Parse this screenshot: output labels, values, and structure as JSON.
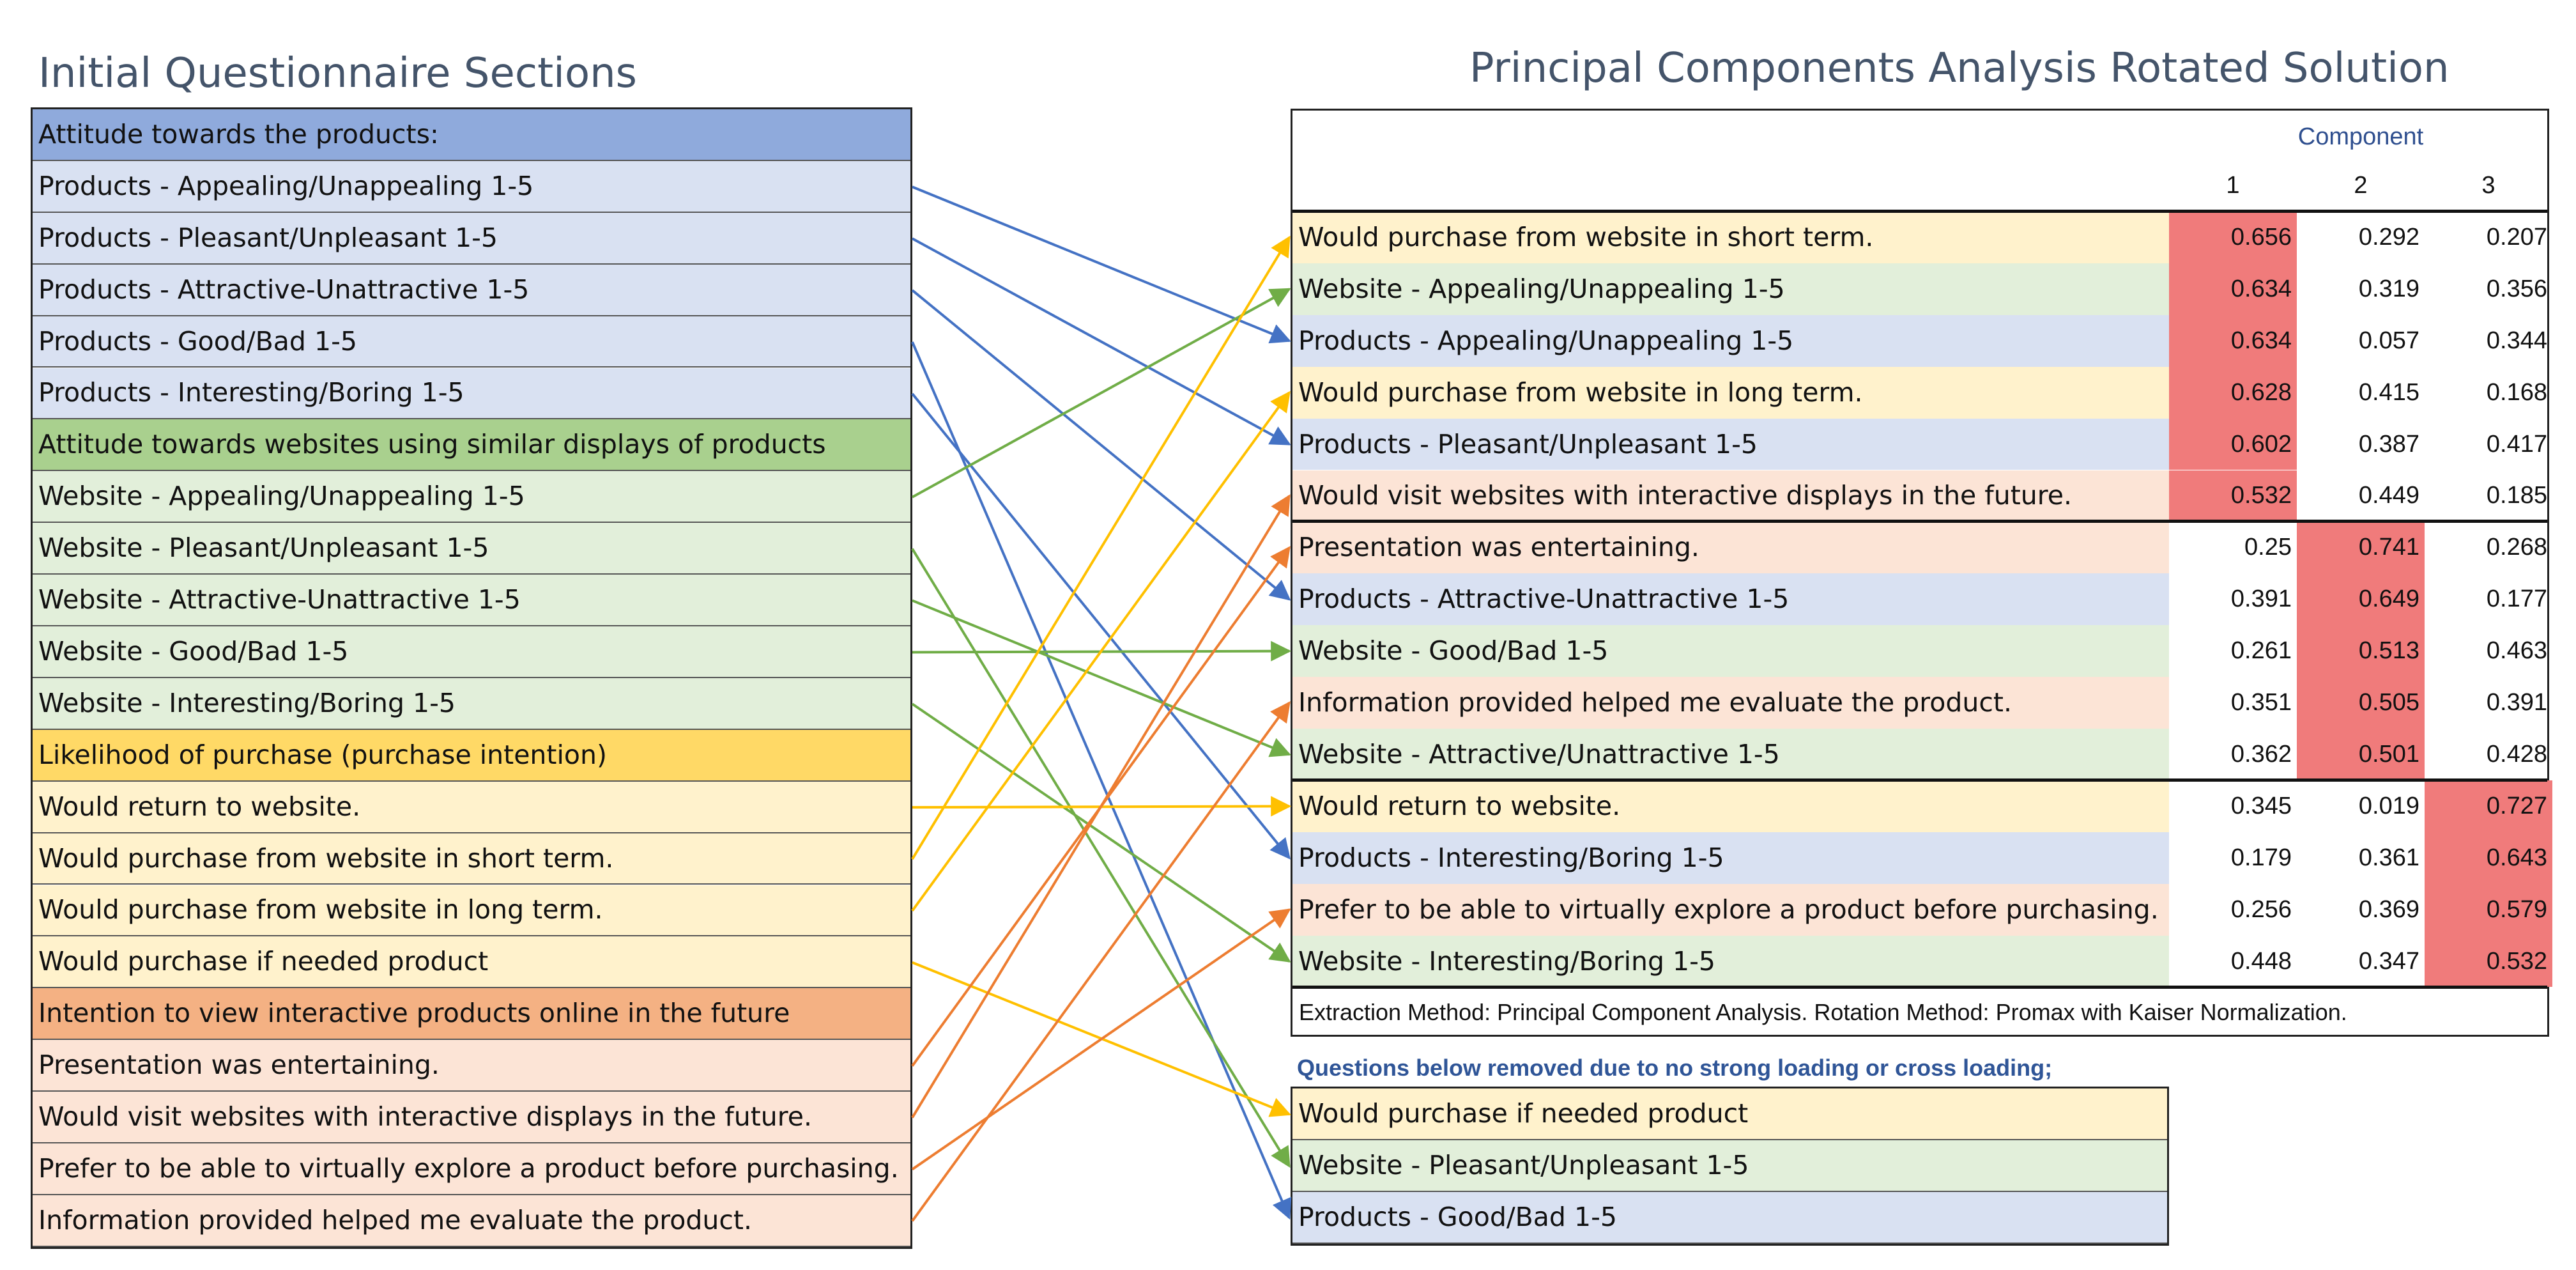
{
  "left": {
    "title": "Initial Questionnaire Sections",
    "sections": [
      {
        "header": "Attitude towards the products:",
        "header_color": "#8faadc",
        "row_color": "#d9e1f2",
        "line_color": "#4472c4",
        "items": [
          "Products - Appealing/Unappealing 1-5",
          "Products - Pleasant/Unpleasant 1-5",
          "Products - Attractive-Unattractive 1-5",
          "Products -  Good/Bad 1-5",
          "Products - Interesting/Boring 1-5"
        ]
      },
      {
        "header": "Attitude towards websites using similar displays of products",
        "header_color": "#a9d08e",
        "row_color": "#e2efda",
        "line_color": "#70ad47",
        "items": [
          "Website - Appealing/Unappealing 1-5",
          "Website - Pleasant/Unpleasant 1-5",
          "Website - Attractive-Unattractive 1-5",
          "Website -  Good/Bad 1-5",
          "Website - Interesting/Boring 1-5"
        ]
      },
      {
        "header": "Likelihood of purchase (purchase intention)",
        "header_color": "#ffd966",
        "row_color": "#fff2cc",
        "line_color": "#ffc000",
        "items": [
          "Would return to website.",
          "Would purchase from website in short term.",
          "Would purchase from website in long term.",
          "Would purchase if needed product"
        ]
      },
      {
        "header": "Intention to view interactive products online in the future",
        "header_color": "#f4b183",
        "row_color": "#fce4d6",
        "line_color": "#ed7d31",
        "items": [
          "Presentation was entertaining.",
          "Would visit websites with interactive displays in the future.",
          "Prefer to be able to virtually explore a product before purchasing.",
          "Information provided helped me evaluate the product."
        ]
      }
    ]
  },
  "right": {
    "title": "Principal Components Analysis Rotated Solution",
    "component_header": "Component",
    "component_numbers": [
      "1",
      "2",
      "3"
    ],
    "rows": [
      {
        "label": "Would purchase from website in short term.",
        "section": 2,
        "values": [
          "0.656",
          "0.292",
          "0.207"
        ],
        "highlight": 0
      },
      {
        "label": "Website - Appealing/Unappealing 1-5",
        "section": 1,
        "values": [
          "0.634",
          "0.319",
          "0.356"
        ],
        "highlight": 0
      },
      {
        "label": "Products - Appealing/Unappealing 1-5",
        "section": 0,
        "values": [
          "0.634",
          "0.057",
          "0.344"
        ],
        "highlight": 0
      },
      {
        "label": "Would purchase from website in long term.",
        "section": 2,
        "values": [
          "0.628",
          "0.415",
          "0.168"
        ],
        "highlight": 0
      },
      {
        "label": "Products - Pleasant/Unpleasant 1-5",
        "section": 0,
        "values": [
          "0.602",
          "0.387",
          "0.417"
        ],
        "highlight": 0
      },
      {
        "label": "Would visit websites with interactive displays in the future.",
        "section": 3,
        "values": [
          "0.532",
          "0.449",
          "0.185"
        ],
        "highlight": 0
      },
      {
        "label": "Presentation was entertaining.",
        "section": 3,
        "values": [
          "0.25",
          "0.741",
          "0.268"
        ],
        "highlight": 1
      },
      {
        "label": "Products - Attractive-Unattractive 1-5",
        "section": 0,
        "values": [
          "0.391",
          "0.649",
          "0.177"
        ],
        "highlight": 1
      },
      {
        "label": "Website - Good/Bad 1-5",
        "section": 1,
        "values": [
          "0.261",
          "0.513",
          "0.463"
        ],
        "highlight": 1
      },
      {
        "label": "Information provided helped me evaluate the product.",
        "section": 3,
        "values": [
          "0.351",
          "0.505",
          "0.391"
        ],
        "highlight": 1
      },
      {
        "label": "Website - Attractive/Unattractive 1-5",
        "section": 1,
        "values": [
          "0.362",
          "0.501",
          "0.428"
        ],
        "highlight": 1
      },
      {
        "label": "Would return to website.",
        "section": 2,
        "values": [
          "0.345",
          "0.019",
          "0.727"
        ],
        "highlight": 2
      },
      {
        "label": "Products - Interesting/Boring 1-5",
        "section": 0,
        "values": [
          "0.179",
          "0.361",
          "0.643"
        ],
        "highlight": 2
      },
      {
        "label": "Prefer to be able to virtually explore a product before purchasing.",
        "section": 3,
        "values": [
          "0.256",
          "0.369",
          "0.579"
        ],
        "highlight": 2
      },
      {
        "label": "Website - Interesting/Boring 1-5",
        "section": 1,
        "values": [
          "0.448",
          "0.347",
          "0.532"
        ],
        "highlight": 2
      }
    ],
    "extraction_note": "Extraction Method: Principal Component Analysis.   Rotation Method: Promax with Kaiser Normalization.",
    "removed_note": "Questions below removed due to no strong loading or cross loading;",
    "removed_rows": [
      {
        "label": "Would purchase if needed product",
        "section": 2
      },
      {
        "label": "Website - Pleasant/Unpleasant 1-5",
        "section": 1
      },
      {
        "label": "Products -  Good/Bad 1-5",
        "section": 0
      }
    ]
  },
  "connections": [
    {
      "from": [
        0,
        0
      ],
      "to": [
        "main",
        2
      ]
    },
    {
      "from": [
        0,
        1
      ],
      "to": [
        "main",
        4
      ]
    },
    {
      "from": [
        0,
        2
      ],
      "to": [
        "main",
        7
      ]
    },
    {
      "from": [
        0,
        3
      ],
      "to": [
        "removed",
        2
      ]
    },
    {
      "from": [
        0,
        4
      ],
      "to": [
        "main",
        12
      ]
    },
    {
      "from": [
        1,
        0
      ],
      "to": [
        "main",
        1
      ]
    },
    {
      "from": [
        1,
        1
      ],
      "to": [
        "removed",
        1
      ]
    },
    {
      "from": [
        1,
        2
      ],
      "to": [
        "main",
        10
      ]
    },
    {
      "from": [
        1,
        3
      ],
      "to": [
        "main",
        8
      ]
    },
    {
      "from": [
        1,
        4
      ],
      "to": [
        "main",
        14
      ]
    },
    {
      "from": [
        2,
        0
      ],
      "to": [
        "main",
        11
      ]
    },
    {
      "from": [
        2,
        1
      ],
      "to": [
        "main",
        0
      ]
    },
    {
      "from": [
        2,
        2
      ],
      "to": [
        "main",
        3
      ]
    },
    {
      "from": [
        2,
        3
      ],
      "to": [
        "removed",
        0
      ]
    },
    {
      "from": [
        3,
        0
      ],
      "to": [
        "main",
        6
      ]
    },
    {
      "from": [
        3,
        1
      ],
      "to": [
        "main",
        5
      ]
    },
    {
      "from": [
        3,
        2
      ],
      "to": [
        "main",
        13
      ]
    },
    {
      "from": [
        3,
        3
      ],
      "to": [
        "main",
        9
      ]
    }
  ]
}
